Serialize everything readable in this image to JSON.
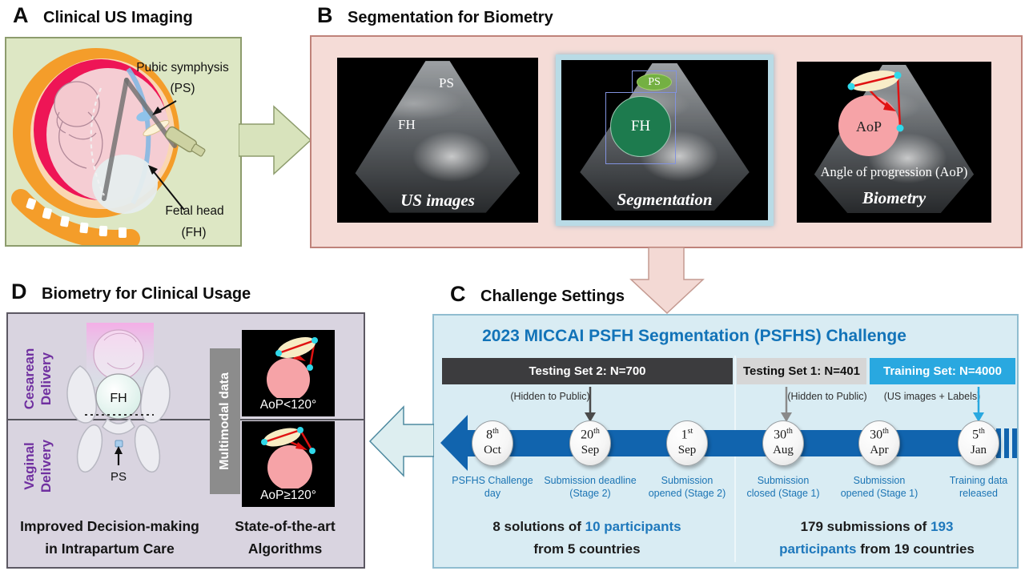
{
  "panel_a": {
    "letter": "A",
    "title": "Clinical US Imaging",
    "label_ps": "Pubic symphysis",
    "label_ps2": "(PS)",
    "label_fh": "Fetal head",
    "label_fh2": "(FH)"
  },
  "panel_b": {
    "letter": "B",
    "title": "Segmentation for Biometry",
    "img1": {
      "ps": "PS",
      "fh": "FH",
      "caption": "US images"
    },
    "img2": {
      "ps": "PS",
      "fh": "FH",
      "caption": "Segmentation"
    },
    "img3": {
      "aop": "AoP",
      "annotation": "Angle of progression (AoP)",
      "caption": "Biometry"
    }
  },
  "panel_c": {
    "letter": "C",
    "title": "Challenge Settings",
    "heading": "2023 MICCAI PSFH Segmentation (PSFHS) Challenge",
    "bar1": "Testing Set 2: N=700",
    "bar2": "Testing Set 1: N=401",
    "bar3": "Training Set: N=4000",
    "note1": "(Hidden to Public)",
    "note2": "(Hidden to Public)",
    "note3": "(US images + Labels)",
    "timeline": [
      {
        "day": "8",
        "sup": "th",
        "month": "Oct",
        "l1": "PSFHS Challenge",
        "l2": "day"
      },
      {
        "day": "20",
        "sup": "th",
        "month": "Sep",
        "l1": "Submission deadline",
        "l2": "(Stage 2)"
      },
      {
        "day": "1",
        "sup": "st",
        "month": "Sep",
        "l1": "Submission",
        "l2": "opened (Stage 2)"
      },
      {
        "day": "30",
        "sup": "th",
        "month": "Aug",
        "l1": "Submission",
        "l2": "closed (Stage 1)"
      },
      {
        "day": "30",
        "sup": "th",
        "month": "Apr",
        "l1": "Submission",
        "l2": "opened (Stage 1)"
      },
      {
        "day": "5",
        "sup": "th",
        "month": "Jan",
        "l1": "Training data",
        "l2": "released"
      }
    ],
    "stats_left_a": "8 solutions of ",
    "stats_left_b": "10 participants",
    "stats_left_c": "from 5 countries",
    "stats_right_a": "179 submissions of ",
    "stats_right_b": "193",
    "stats_right_c": "participants",
    "stats_right_d": " from 19 countries"
  },
  "panel_d": {
    "letter": "D",
    "title": "Biometry for Clinical Usage",
    "row1a": "Cesarean",
    "row1b": "Delivery",
    "row2a": "Vaginal",
    "row2b": "Delivery",
    "fh": "FH",
    "ps": "PS",
    "bar": "Multimodal data",
    "aop_top": "AoP<120°",
    "aop_bottom": "AoP≥120°",
    "caption_left_1": "Improved Decision-making",
    "caption_left_2": "in Intrapartum Care",
    "caption_right_1": "State-of-the-art",
    "caption_right_2": "Algorithms"
  },
  "colors": {
    "panel_a_bg": "#dde7c4",
    "panel_b_bg": "#f5dcd7",
    "panel_c_bg": "#d9ecf3",
    "panel_d_bg": "#d9d4e0",
    "heading_blue": "#1273b8",
    "timeline_blue": "#1164ae",
    "training_blue": "#29a8e0",
    "dark_bar": "#3c3c3e",
    "light_bar": "#d6d6d6",
    "purple": "#7030a0",
    "pink_circle": "#f6a3a7",
    "cream": "#f8edc8",
    "cyan_dot": "#2fd8ea",
    "green_ps": "#74b042",
    "green_fh": "#1d7b4e"
  }
}
